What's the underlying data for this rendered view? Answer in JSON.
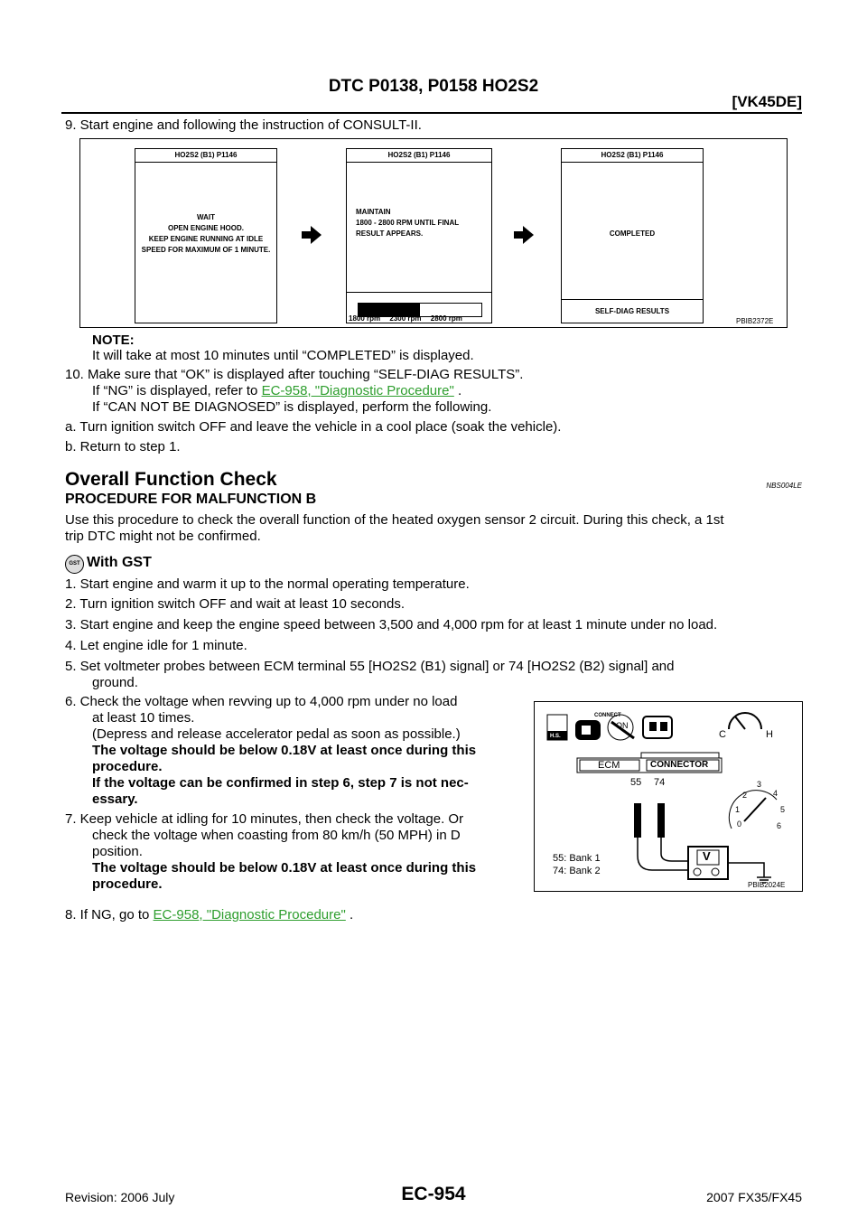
{
  "header": {
    "title": "DTC P0138, P0158 HO2S2",
    "engine": "[VK45DE]"
  },
  "step9": "9.  Start engine and following the instruction of CONSULT-II.",
  "figure1": {
    "panel1_title": "HO2S2 (B1) P1146",
    "panel1_lines": [
      "WAIT",
      "OPEN ENGINE HOOD.",
      "KEEP ENGINE RUNNING AT IDLE",
      "SPEED FOR MAXIMUM OF 1 MINUTE."
    ],
    "panel2_title": "HO2S2 (B1) P1146",
    "panel2_lines": [
      "MAINTAIN",
      "1800 - 2800 RPM UNTIL FINAL",
      "RESULT APPEARS."
    ],
    "panel2_scale": [
      "1800 rpm",
      "2300 rpm",
      "2800 rpm"
    ],
    "panel2_bar_fill": 0.5,
    "panel3_title": "HO2S2 (B1) P1146",
    "panel3_text": "COMPLETED",
    "panel3_button": "SELF-DIAG RESULTS",
    "code": "PBIB2372E"
  },
  "note": {
    "label": "NOTE:",
    "text": "It will take at most 10 minutes until “COMPLETED” is displayed."
  },
  "step10": {
    "line1": "10.  Make sure that “OK” is displayed after touching “SELF-DIAG RESULTS”.",
    "line2_pre": "If “NG” is displayed, refer to ",
    "link": "EC-958, \"Diagnostic Procedure\"",
    "line2_post": " .",
    "line3": "If “CAN NOT BE DIAGNOSED” is displayed, perform the following."
  },
  "stepA": "a.   Turn ignition switch OFF and leave the vehicle in a cool place (soak the vehicle).",
  "stepB": "b.   Return to step 1.",
  "section": {
    "title": "Overall Function Check",
    "code": "NBS004LE"
  },
  "subsection": "PROCEDURE FOR MALFUNCTION B",
  "intro": [
    "Use this procedure to check the overall function of the heated oxygen sensor 2 circuit. During this check, a 1st",
    "trip DTC might not be confirmed."
  ],
  "gst": {
    "icon_text": "GST",
    "title": "With GST"
  },
  "steps": [
    "1.   Start engine and warm it up to the normal operating temperature.",
    "2.   Turn ignition switch OFF and wait at least 10 seconds.",
    "3.   Start engine and keep the engine speed between 3,500 and 4,000 rpm for at least 1 minute under no load.",
    "4.   Let engine idle for 1 minute."
  ],
  "step5": [
    "5.   Set voltmeter probes between ECM terminal 55 [HO2S2 (B1) signal] or 74 [HO2S2 (B2) signal] and",
    "ground."
  ],
  "step6": {
    "lines": [
      "6.   Check the voltage when revving up to 4,000 rpm under no load",
      "at least 10 times.",
      "(Depress and release accelerator pedal as soon as possible.)"
    ],
    "bold": [
      "The voltage should be below 0.18V at least once during this",
      "procedure.",
      "If the voltage can be confirmed in step 6, step 7 is not nec-",
      "essary."
    ]
  },
  "step7": {
    "lines": [
      "7.   Keep vehicle at idling for 10 minutes, then check the voltage. Or",
      "check the voltage when coasting from 80 km/h (50 MPH) in D",
      "position."
    ],
    "bold": [
      "The voltage should be below 0.18V at least once during this",
      "procedure."
    ]
  },
  "step8": {
    "pre": "8.   If NG, go to ",
    "link": "EC-958, \"Diagnostic Procedure\"",
    "post": " ."
  },
  "figure2": {
    "connect": "CONNECT",
    "on": "ON",
    "hs": "H.S.",
    "ecm": "ECM",
    "connector": "CONNECTOR",
    "pin1": "55",
    "pin2": "74",
    "gauge_c": "C",
    "gauge_h": "H",
    "tach": [
      "0",
      "1",
      "2",
      "3",
      "4",
      "5",
      "6"
    ],
    "meter": "V",
    "bank1": "55: Bank 1",
    "bank2": "74: Bank 2",
    "code": "PBIB2024E"
  },
  "footer": {
    "revision": "Revision: 2006 July",
    "page": "EC-954",
    "model": "2007 FX35/FX45"
  }
}
